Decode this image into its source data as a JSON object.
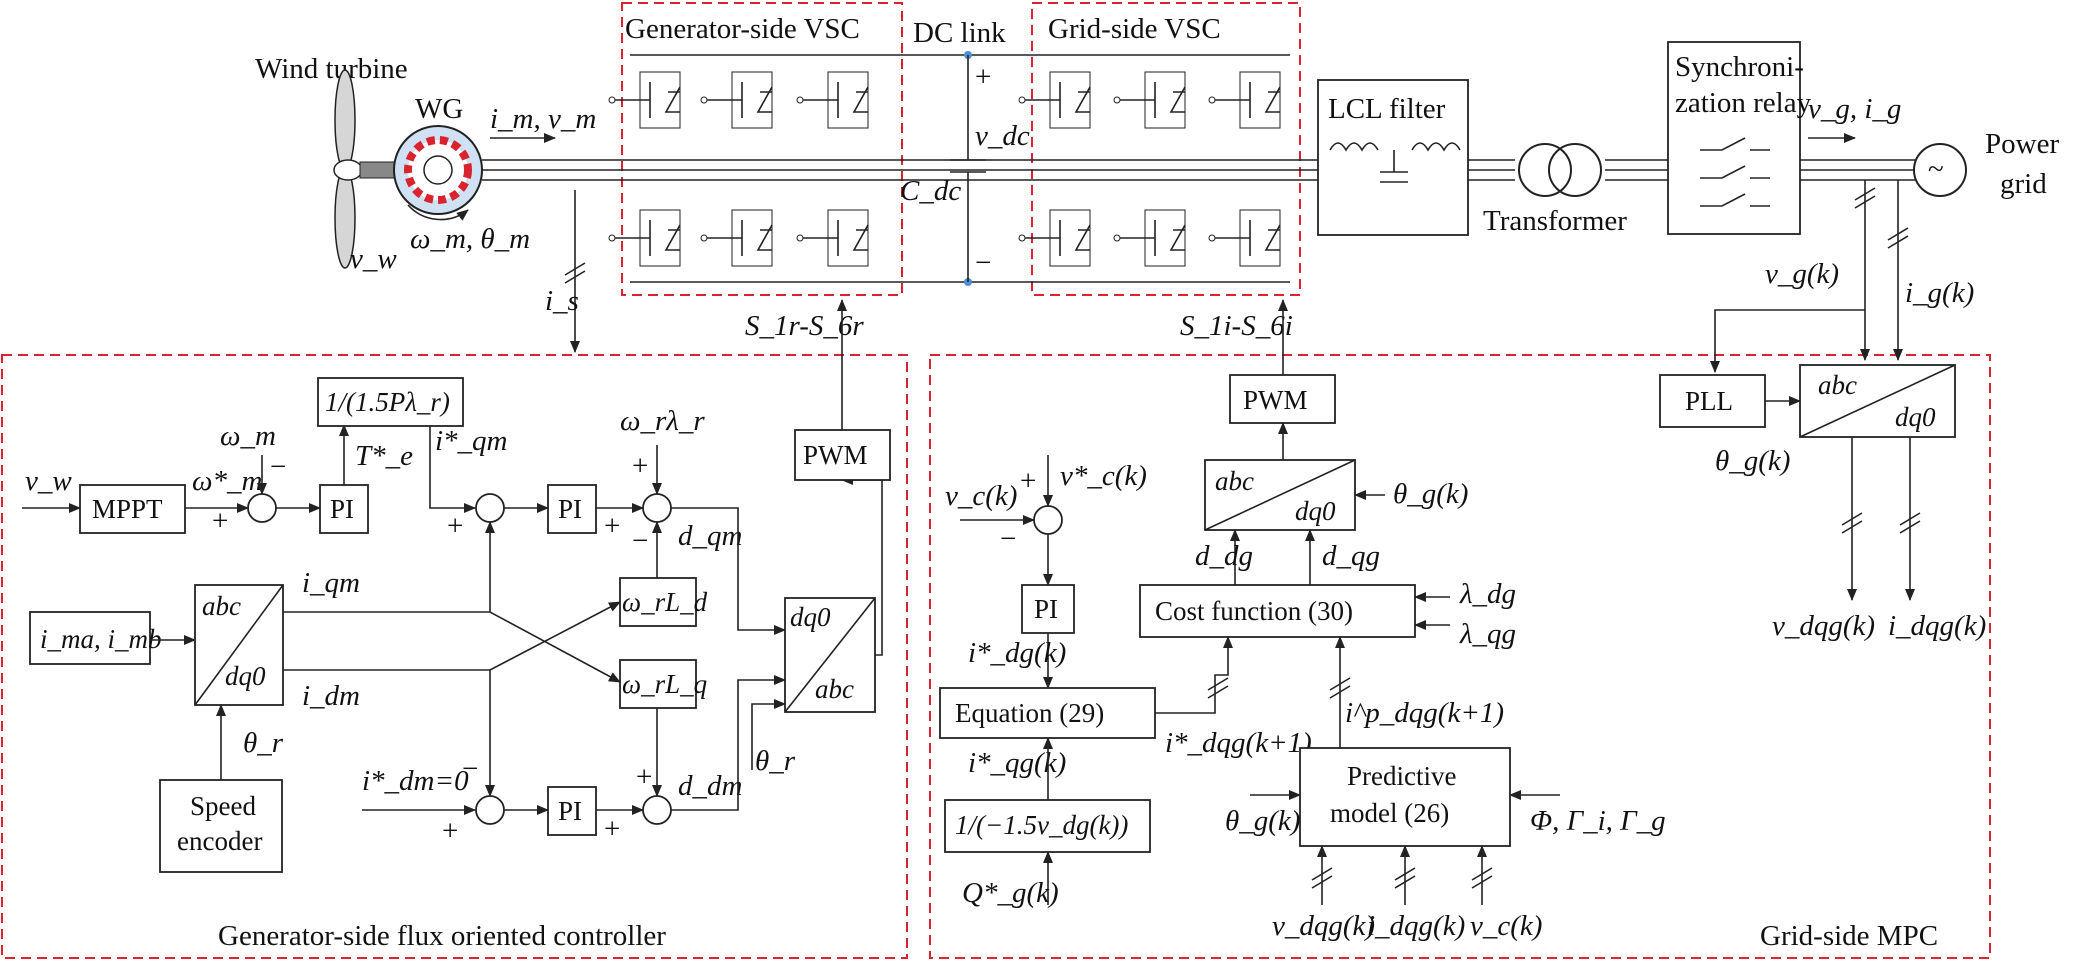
{
  "titles": {
    "generator_vsc": "Generator-side VSC",
    "dc_link": "DC link",
    "grid_vsc": "Grid-side VSC",
    "wind_turbine": "Wind turbine",
    "wg": "WG",
    "lcl": "LCL filter",
    "transformer": "Transformer",
    "sync1": "Synchroni-",
    "sync2": "zation relay",
    "power1": "Power",
    "power2": "grid",
    "gen_controller": "Generator-side flux oriented controller",
    "grid_mpc": "Grid-side MPC"
  },
  "blocks": {
    "mppt": "MPPT",
    "pi": "PI",
    "pwm": "PWM",
    "speed1": "Speed",
    "speed2": "encoder",
    "pll": "PLL",
    "equation29": "Equation (29)",
    "cost30": "Cost function (30)",
    "predictive1": "Predictive",
    "predictive2": "model (26)",
    "inv_block": "1/(−1.5v_dg(k))",
    "torque_block": "1/(1.5Pλ_r)"
  },
  "labels": {
    "im_vm": "i_m, v_m",
    "omega_theta": "ω_m, θ_m",
    "vw": "v_w",
    "is": "i_s",
    "vdc": "v_dc",
    "cdc": "C_dc",
    "s1r": "S_1r-S_6r",
    "s1i": "S_1i-S_6i",
    "vg_ig": "v_g, i_g",
    "vgk": "v_g(k)",
    "igk": "i_g(k)",
    "theta_g": "θ_g(k)",
    "vdqg": "v_dqg(k)",
    "idqg": "i_dqg(k)",
    "vck": "v_c(k)",
    "vc_star": "v*_c(k)",
    "idg_star": "i*_dg(k)",
    "iqg_star": "i*_qg(k)",
    "qg_star": "Q*_g(k)",
    "idqg_star": "i*_dqg(k+1)",
    "idqg_p": "i^p_dqg(k+1)",
    "ddg": "d_dg",
    "dqg": "d_qg",
    "lambda_dg": "λ_dg",
    "lambda_qg": "λ_qg",
    "phi_gamma": "Φ, Γ_i, Γ_g",
    "omega_m": "ω_m",
    "omega_m_star": "ω*_m",
    "te_star": "T*_e",
    "iqm_star": "i*_qm",
    "iqm": "i_qm",
    "idm": "i_dm",
    "idm_star": "i*_dm=0",
    "ima_imb": "i_ma, i_mb",
    "theta_r": "θ_r",
    "omega_lambda": "ω_rλ_r",
    "omega_ld": "ω_rL_d",
    "omega_lq": "ω_rL_q",
    "dqm": "d_qm",
    "ddm": "d_dm",
    "abc": "abc",
    "dq0": "dq0",
    "plus": "+",
    "minus": "−"
  }
}
